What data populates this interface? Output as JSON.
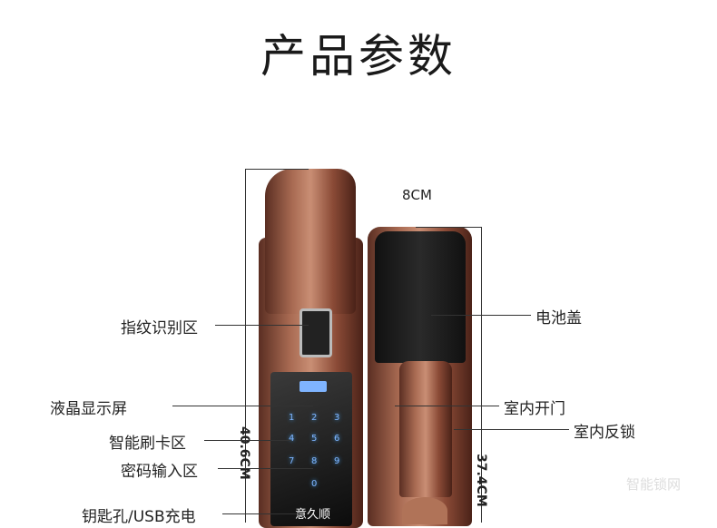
{
  "title": "产品参数",
  "dimensions": {
    "front_height": "40.6CM",
    "back_height": "37.4CM",
    "width": "8CM"
  },
  "labels_left": [
    "指纹识别区",
    "液晶显示屏",
    "智能刷卡区",
    "密码输入区",
    "钥匙孔/USB充电"
  ],
  "labels_right": [
    "电池盖",
    "室内开门",
    "室内反锁"
  ],
  "keypad": [
    "1",
    "2",
    "3",
    "4",
    "5",
    "6",
    "7",
    "8",
    "9",
    "0"
  ],
  "logo_text": "意久顺",
  "watermark": "智能锁网"
}
